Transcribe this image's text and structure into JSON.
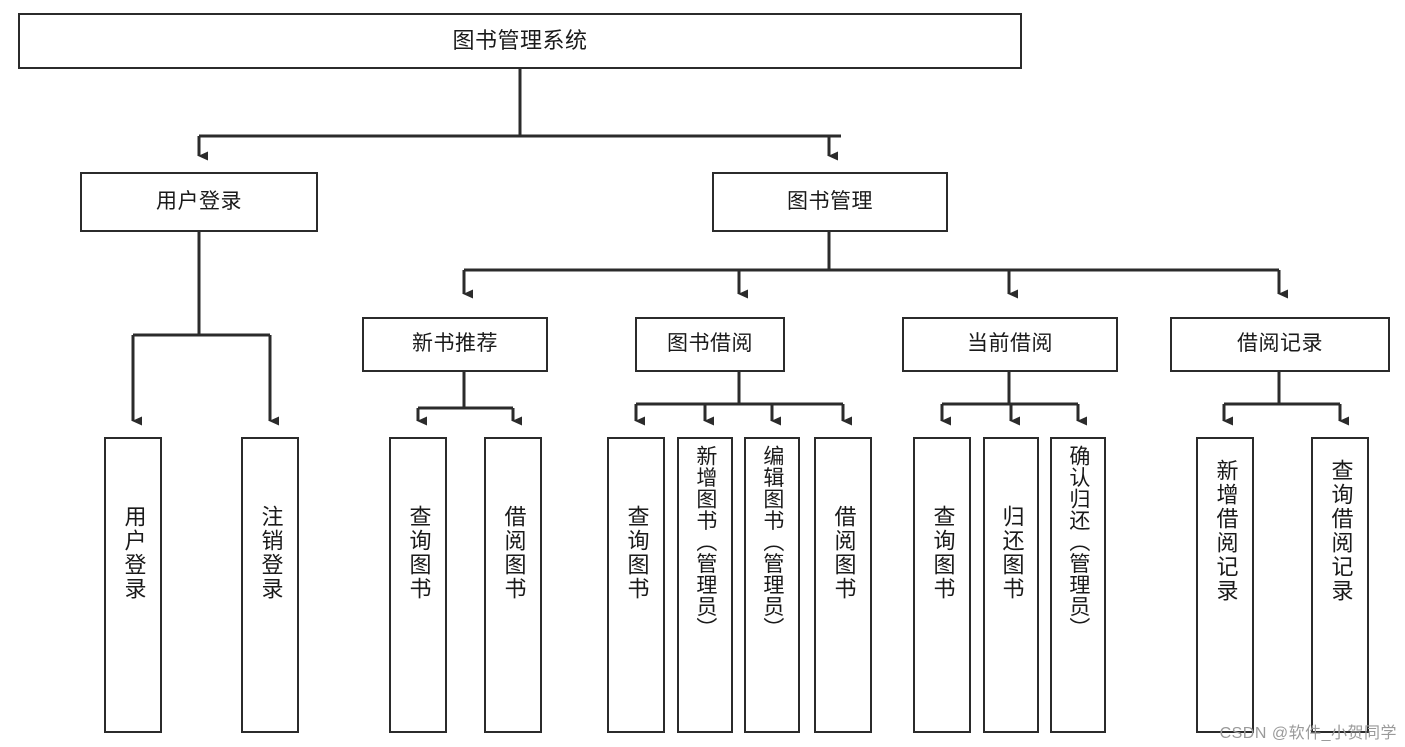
{
  "diagram": {
    "title": "图书管理系统",
    "type": "tree",
    "colors": {
      "stroke": "#2b2b2b",
      "fill": "#ffffff",
      "text": "#1a1a1a",
      "watermark": "#9a9a9a"
    },
    "root": {
      "label": "图书管理系统"
    },
    "level2": [
      {
        "id": "user-login",
        "label": "用户登录"
      },
      {
        "id": "book-manage",
        "label": "图书管理"
      }
    ],
    "level3": [
      {
        "id": "new-book-rec",
        "label": "新书推荐",
        "parent": "book-manage"
      },
      {
        "id": "book-borrow",
        "label": "图书借阅",
        "parent": "book-manage"
      },
      {
        "id": "current-borrow",
        "label": "当前借阅",
        "parent": "book-manage"
      },
      {
        "id": "borrow-record",
        "label": "借阅记录",
        "parent": "book-manage"
      }
    ],
    "leaves": [
      {
        "id": "leaf-user-login",
        "label": "用户登录",
        "parent": "user-login"
      },
      {
        "id": "leaf-user-logout",
        "label": "注销登录",
        "parent": "user-login"
      },
      {
        "id": "leaf-query-book-1",
        "label": "查询图书",
        "parent": "new-book-rec"
      },
      {
        "id": "leaf-borrow-book-1",
        "label": "借阅图书",
        "parent": "new-book-rec"
      },
      {
        "id": "leaf-query-book-2",
        "label": "查询图书",
        "parent": "book-borrow"
      },
      {
        "id": "leaf-add-book",
        "label": "新增图书（管理员）",
        "parent": "book-borrow"
      },
      {
        "id": "leaf-edit-book",
        "label": "编辑图书（管理员）",
        "parent": "book-borrow"
      },
      {
        "id": "leaf-borrow-book-2",
        "label": "借阅图书",
        "parent": "book-borrow"
      },
      {
        "id": "leaf-query-book-3",
        "label": "查询图书",
        "parent": "current-borrow"
      },
      {
        "id": "leaf-return-book",
        "label": "归还图书",
        "parent": "current-borrow"
      },
      {
        "id": "leaf-confirm-return",
        "label": "确认归还（管理员）",
        "parent": "current-borrow"
      },
      {
        "id": "leaf-add-record",
        "label": "新增借阅记录",
        "parent": "borrow-record"
      },
      {
        "id": "leaf-query-record",
        "label": "查询借阅记录",
        "parent": "borrow-record"
      }
    ],
    "watermark": "CSDN @软件_小贺同学"
  }
}
